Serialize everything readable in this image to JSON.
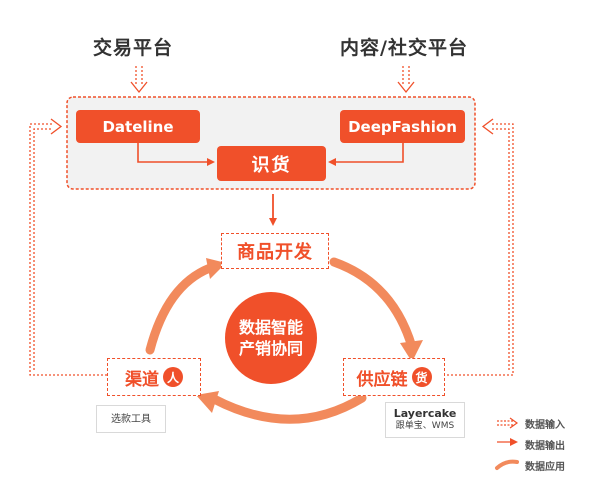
{
  "sources": {
    "left": "交易平台",
    "right": "内容/社交平台"
  },
  "platform": {
    "dateline": "Dateline",
    "deepfashion": "DeepFashion",
    "shihuo": "识货"
  },
  "cycle": {
    "product_dev": "商品开发",
    "supply_chain": "供应链",
    "supply_badge": "货",
    "channel": "渠道",
    "channel_badge": "人",
    "center_line1": "数据智能",
    "center_line2": "产销协同"
  },
  "notes": {
    "channel_tool": "选款工具",
    "supply_tool_line1": "Layercake",
    "supply_tool_line2": "跟单宝、WMS"
  },
  "legend": {
    "input": "数据输入",
    "output": "数据输出",
    "apply": "数据应用"
  },
  "colors": {
    "accent": "#f0502a",
    "arc": "#f28a5c",
    "panel": "#f2f2f2"
  }
}
